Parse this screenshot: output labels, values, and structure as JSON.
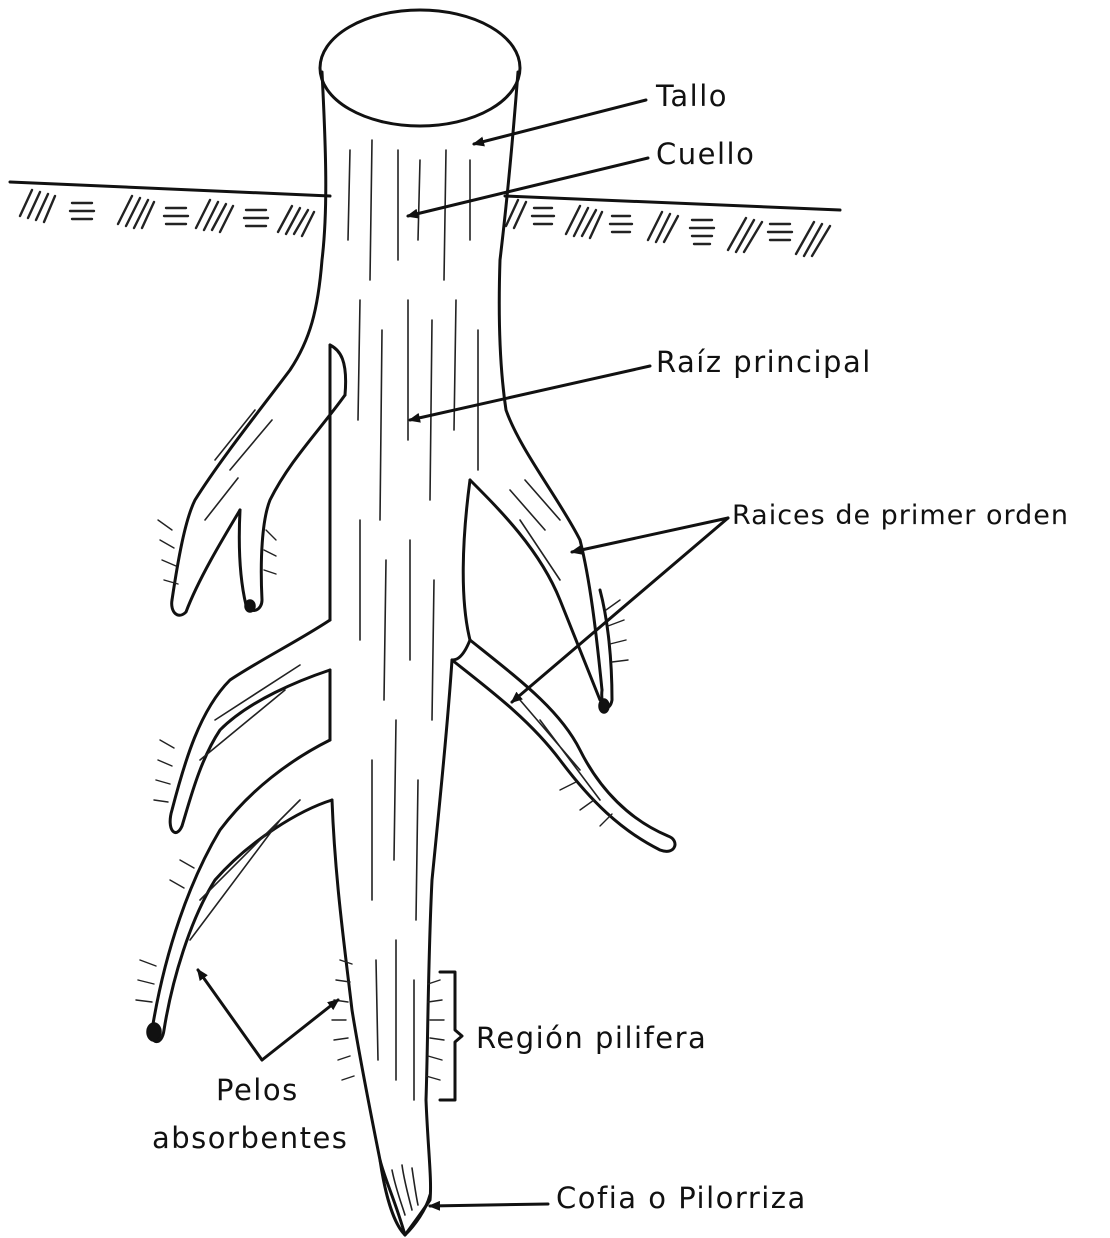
{
  "labels": {
    "tallo": "Tallo",
    "cuello": "Cuello",
    "raiz_principal": "Raíz principal",
    "raices_primer_orden": "Raices de primer orden",
    "region_pilifera": "Región pilifera",
    "pelos_line1": "Pelos",
    "pelos_line2": "absorbentes",
    "cofia": "Cofia o Pilorriza"
  },
  "colors": {
    "ink": "#111111",
    "paper": "#ffffff"
  }
}
